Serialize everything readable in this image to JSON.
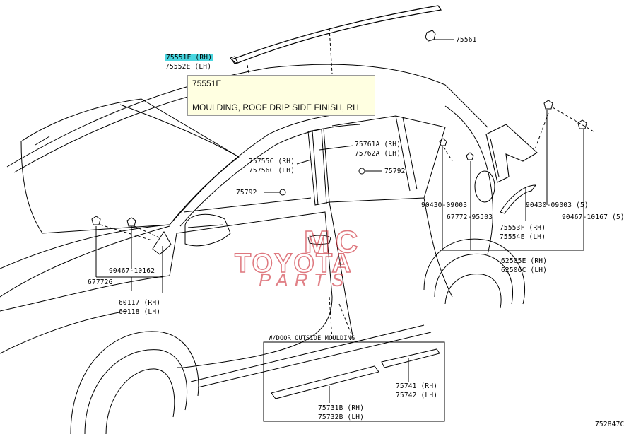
{
  "tooltip": {
    "part_number": "75551E",
    "description": "MOULDING, ROOF DRIP SIDE FINISH, RH"
  },
  "part_labels": [
    {
      "id": "75551E",
      "text": "75551E (RH)",
      "highlight": true
    },
    {
      "id": "75552E",
      "text": "75552E (LH)"
    },
    {
      "id": "75561",
      "text": "75561"
    },
    {
      "id": "75761A",
      "text": "75761A (RH)"
    },
    {
      "id": "75762A",
      "text": "75762A (LH)"
    },
    {
      "id": "75755C",
      "text": "75755C (RH)"
    },
    {
      "id": "75756C",
      "text": "75756C (LH)"
    },
    {
      "id": "75792a",
      "text": "75792"
    },
    {
      "id": "75792b",
      "text": "75792"
    },
    {
      "id": "90430-09003",
      "text": "90430-09003"
    },
    {
      "id": "67772-95J03",
      "text": "67772-95J03"
    },
    {
      "id": "90430-09003-5",
      "text": "90430-09003 (5)"
    },
    {
      "id": "90467-10167-5",
      "text": "90467-10167 (5)"
    },
    {
      "id": "75553F",
      "text": "75553F (RH)"
    },
    {
      "id": "75554E",
      "text": "75554E (LH)"
    },
    {
      "id": "62505E",
      "text": "62505E (RH)"
    },
    {
      "id": "62506C",
      "text": "62506C (LH)"
    },
    {
      "id": "90467-10162",
      "text": "90467-10162"
    },
    {
      "id": "67772G",
      "text": "67772G"
    },
    {
      "id": "60117",
      "text": "60117 (RH)"
    },
    {
      "id": "60118",
      "text": "60118 (LH)"
    },
    {
      "id": "75741",
      "text": "75741 (RH)"
    },
    {
      "id": "75742",
      "text": "75742 (LH)"
    },
    {
      "id": "75731B",
      "text": "75731B (RH)"
    },
    {
      "id": "75732B",
      "text": "75732B (LH)"
    }
  ],
  "inset_title": "W/DOOR OUTSIDE MOULDING",
  "diagram_id": "752847C",
  "watermark": {
    "line1": "MC",
    "line2": "TOYOTA",
    "line3": "PARTS",
    "color": "#cd2d37"
  }
}
